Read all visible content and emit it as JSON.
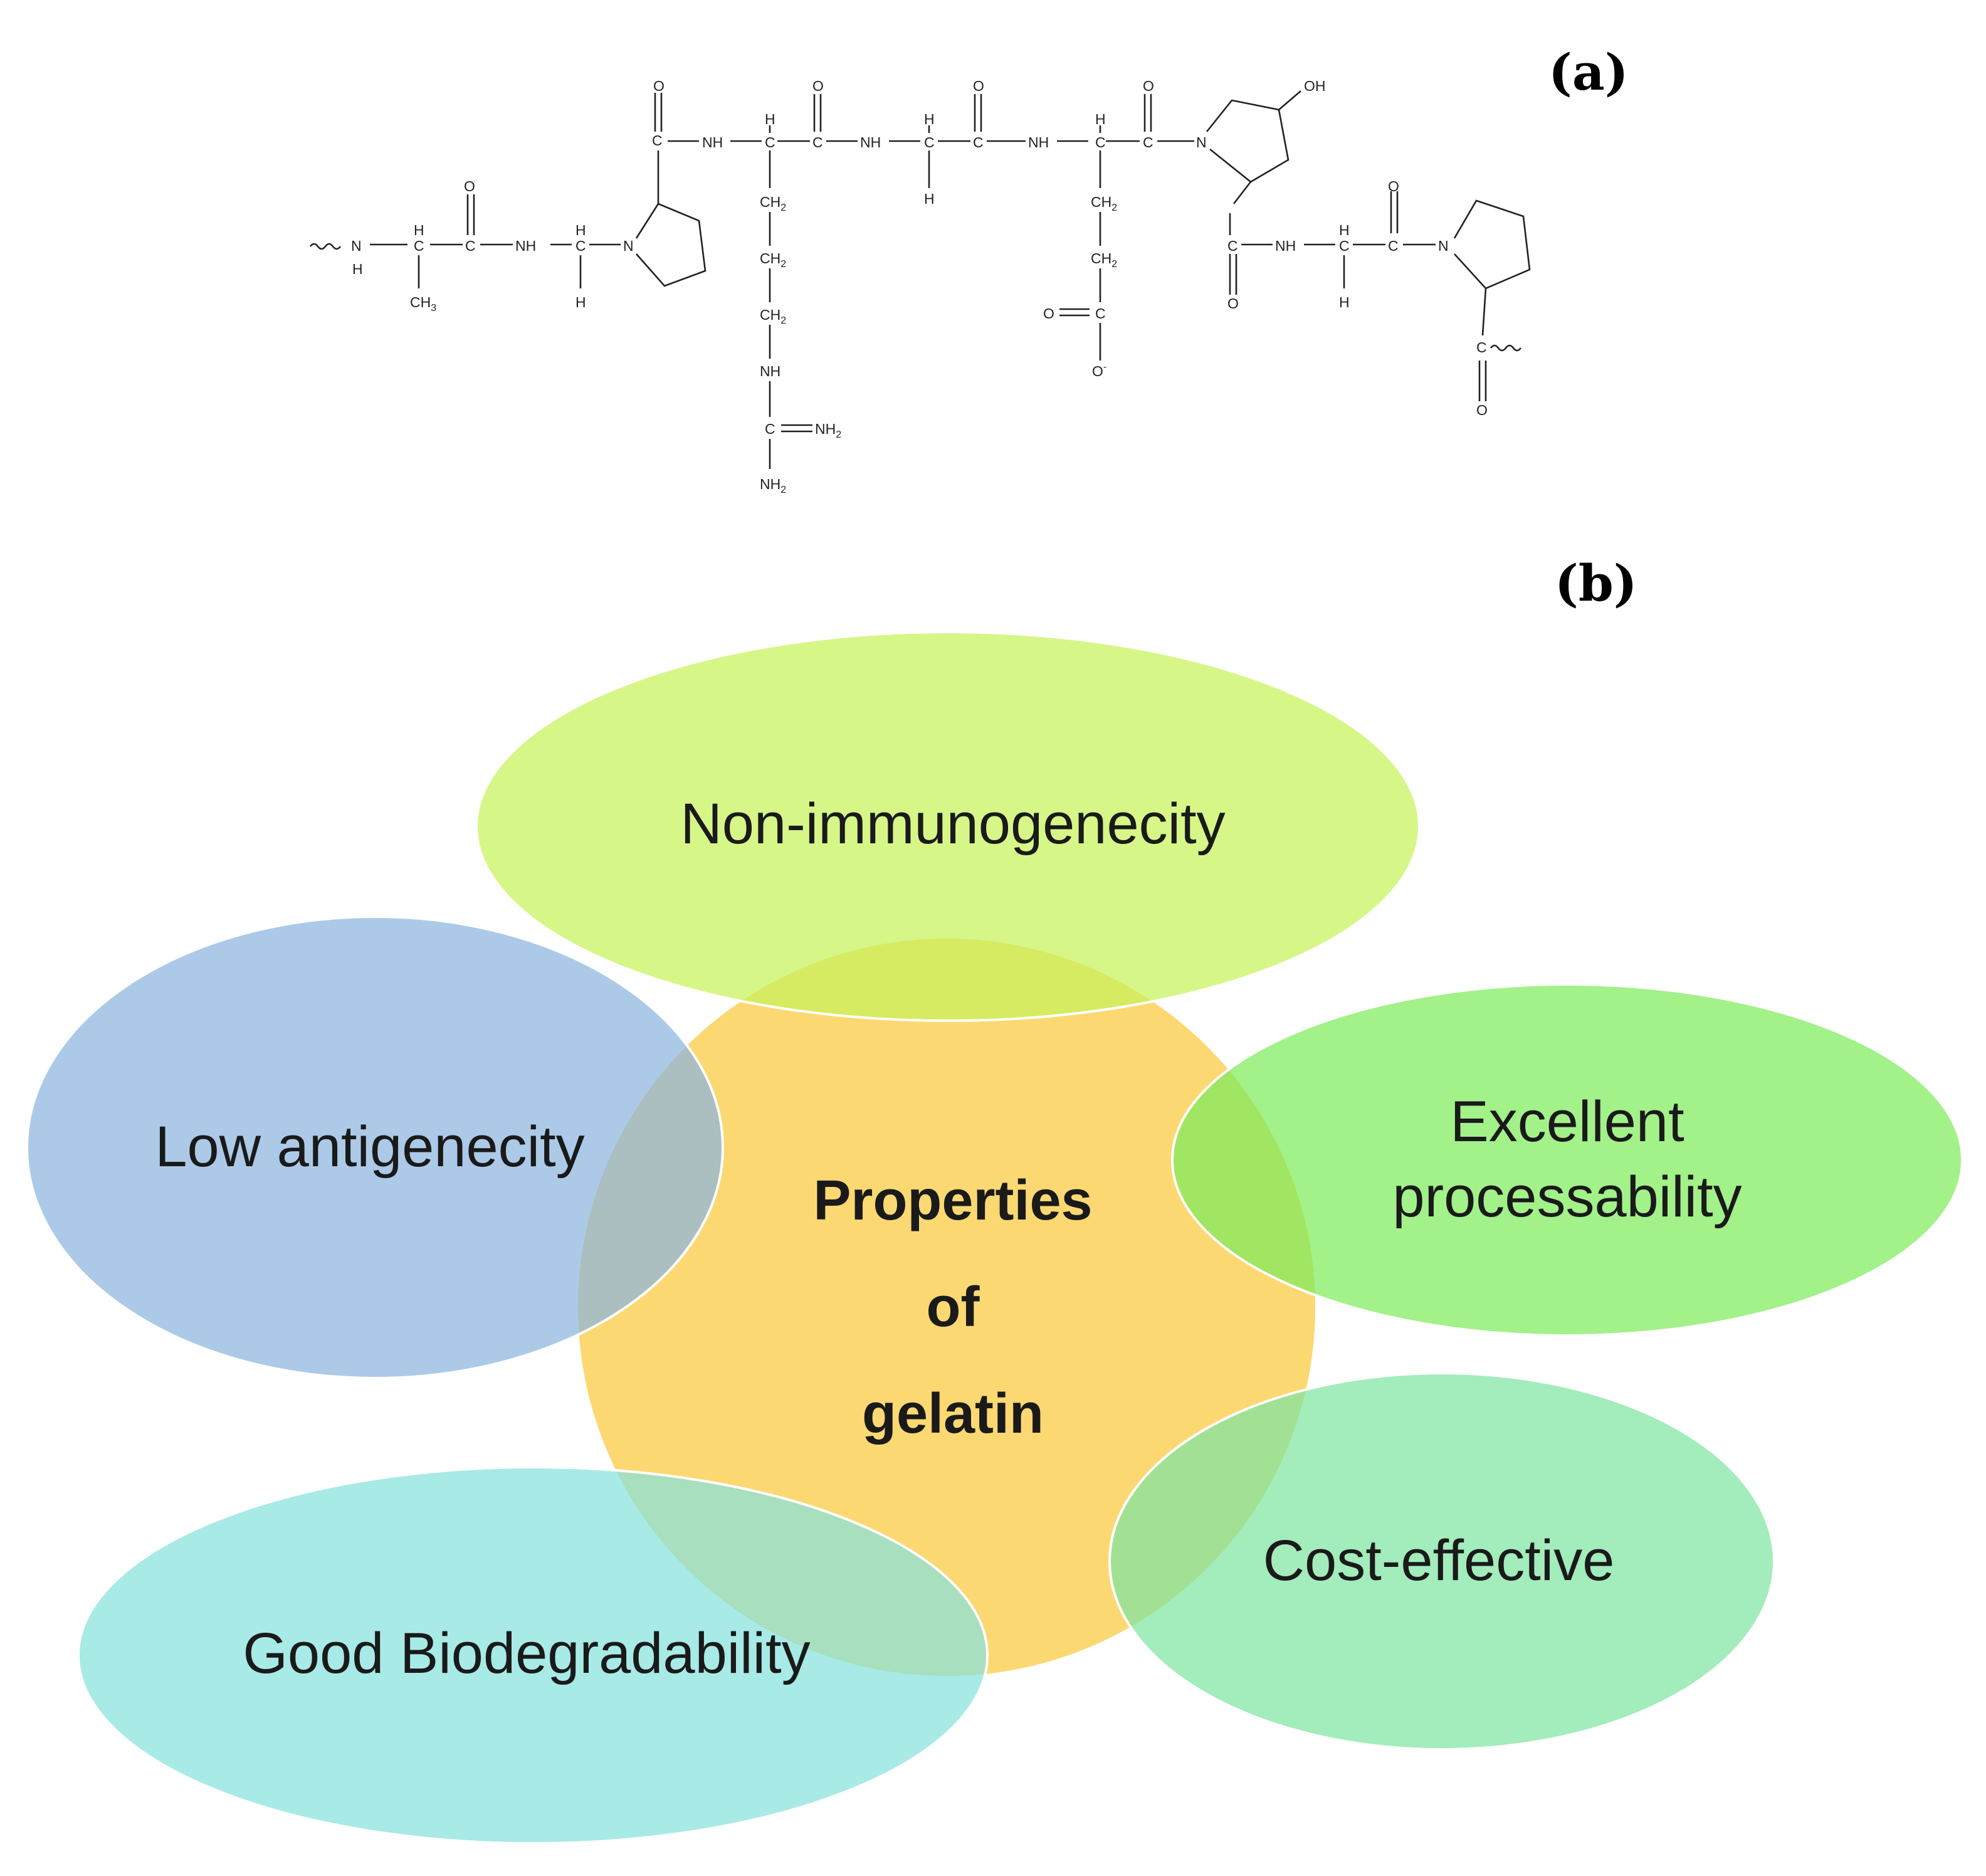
{
  "panels": {
    "a": "(a)",
    "b": "(b)"
  },
  "structure": {
    "atoms": {
      "N": "N",
      "H": "H",
      "C": "C",
      "O": "O",
      "NH": "NH",
      "OH": "OH",
      "CH2": "CH2",
      "CH3": "CH3",
      "NH2": "NH2",
      "O_minus": "O-"
    }
  },
  "diagram": {
    "center": "Properties\nof\ngelatin",
    "properties": [
      "Non-immunogenecity",
      "Low antigenecity",
      "Excellent\nprocessability",
      "Cost-effective",
      "Good Biodegradability"
    ]
  },
  "colors": {
    "center": "#FBD463",
    "non_immunogenecity": "#C8F35A",
    "low_antigenecity": "#8CB5DF",
    "excellent_processability": "#7EEB5C",
    "cost_effective": "#7FE4A1",
    "good_biodegradability": "#86E2DD"
  }
}
